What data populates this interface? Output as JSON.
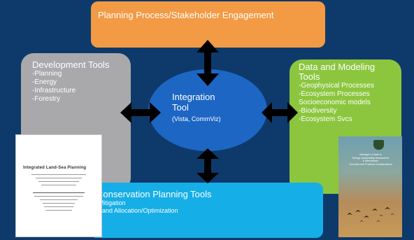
{
  "planning": {
    "title": "Planning Process/Stakeholder Engagement"
  },
  "development": {
    "title": "Development Tools",
    "items": [
      "-Planning",
      "-Energy",
      "-Infrastructure",
      "-Forestry"
    ]
  },
  "integration": {
    "title_line1": "Integration",
    "title_line2": "Tool",
    "subtitle": "(Vista, CommViz)"
  },
  "data_modeling": {
    "title": "Data and Modeling Tools",
    "items": [
      "-Geophysical Processes",
      "-Ecosystem Processes",
      "Socioeconomic models",
      "-Biodiversity",
      "-Ecosystem Svcs"
    ]
  },
  "conservation": {
    "title": "Conservation Planning Tools",
    "items": [
      "-Mitigation",
      "-Land Allocation/Optimization"
    ]
  },
  "doc_left": {
    "title": "Integrated Land-Sea Planning"
  },
  "doc_right": {
    "lines": [
      "Manager's Guide to",
      "Refuge Vulnerability Assessment",
      "& Alternatives:",
      "Overview and Practical Considerations"
    ]
  },
  "colors": {
    "background": "#0e3a6b",
    "planning": "#f39a44",
    "development": "#a9a9ab",
    "data_modeling": "#8cc63f",
    "conservation": "#16aee6",
    "integration": "#1d66c4",
    "arrows": "#000000"
  }
}
